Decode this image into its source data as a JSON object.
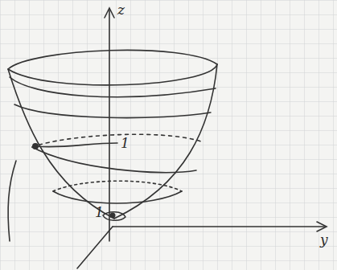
{
  "diagram": {
    "labels": [
      "z",
      "1",
      "1",
      "y"
    ]
  }
}
